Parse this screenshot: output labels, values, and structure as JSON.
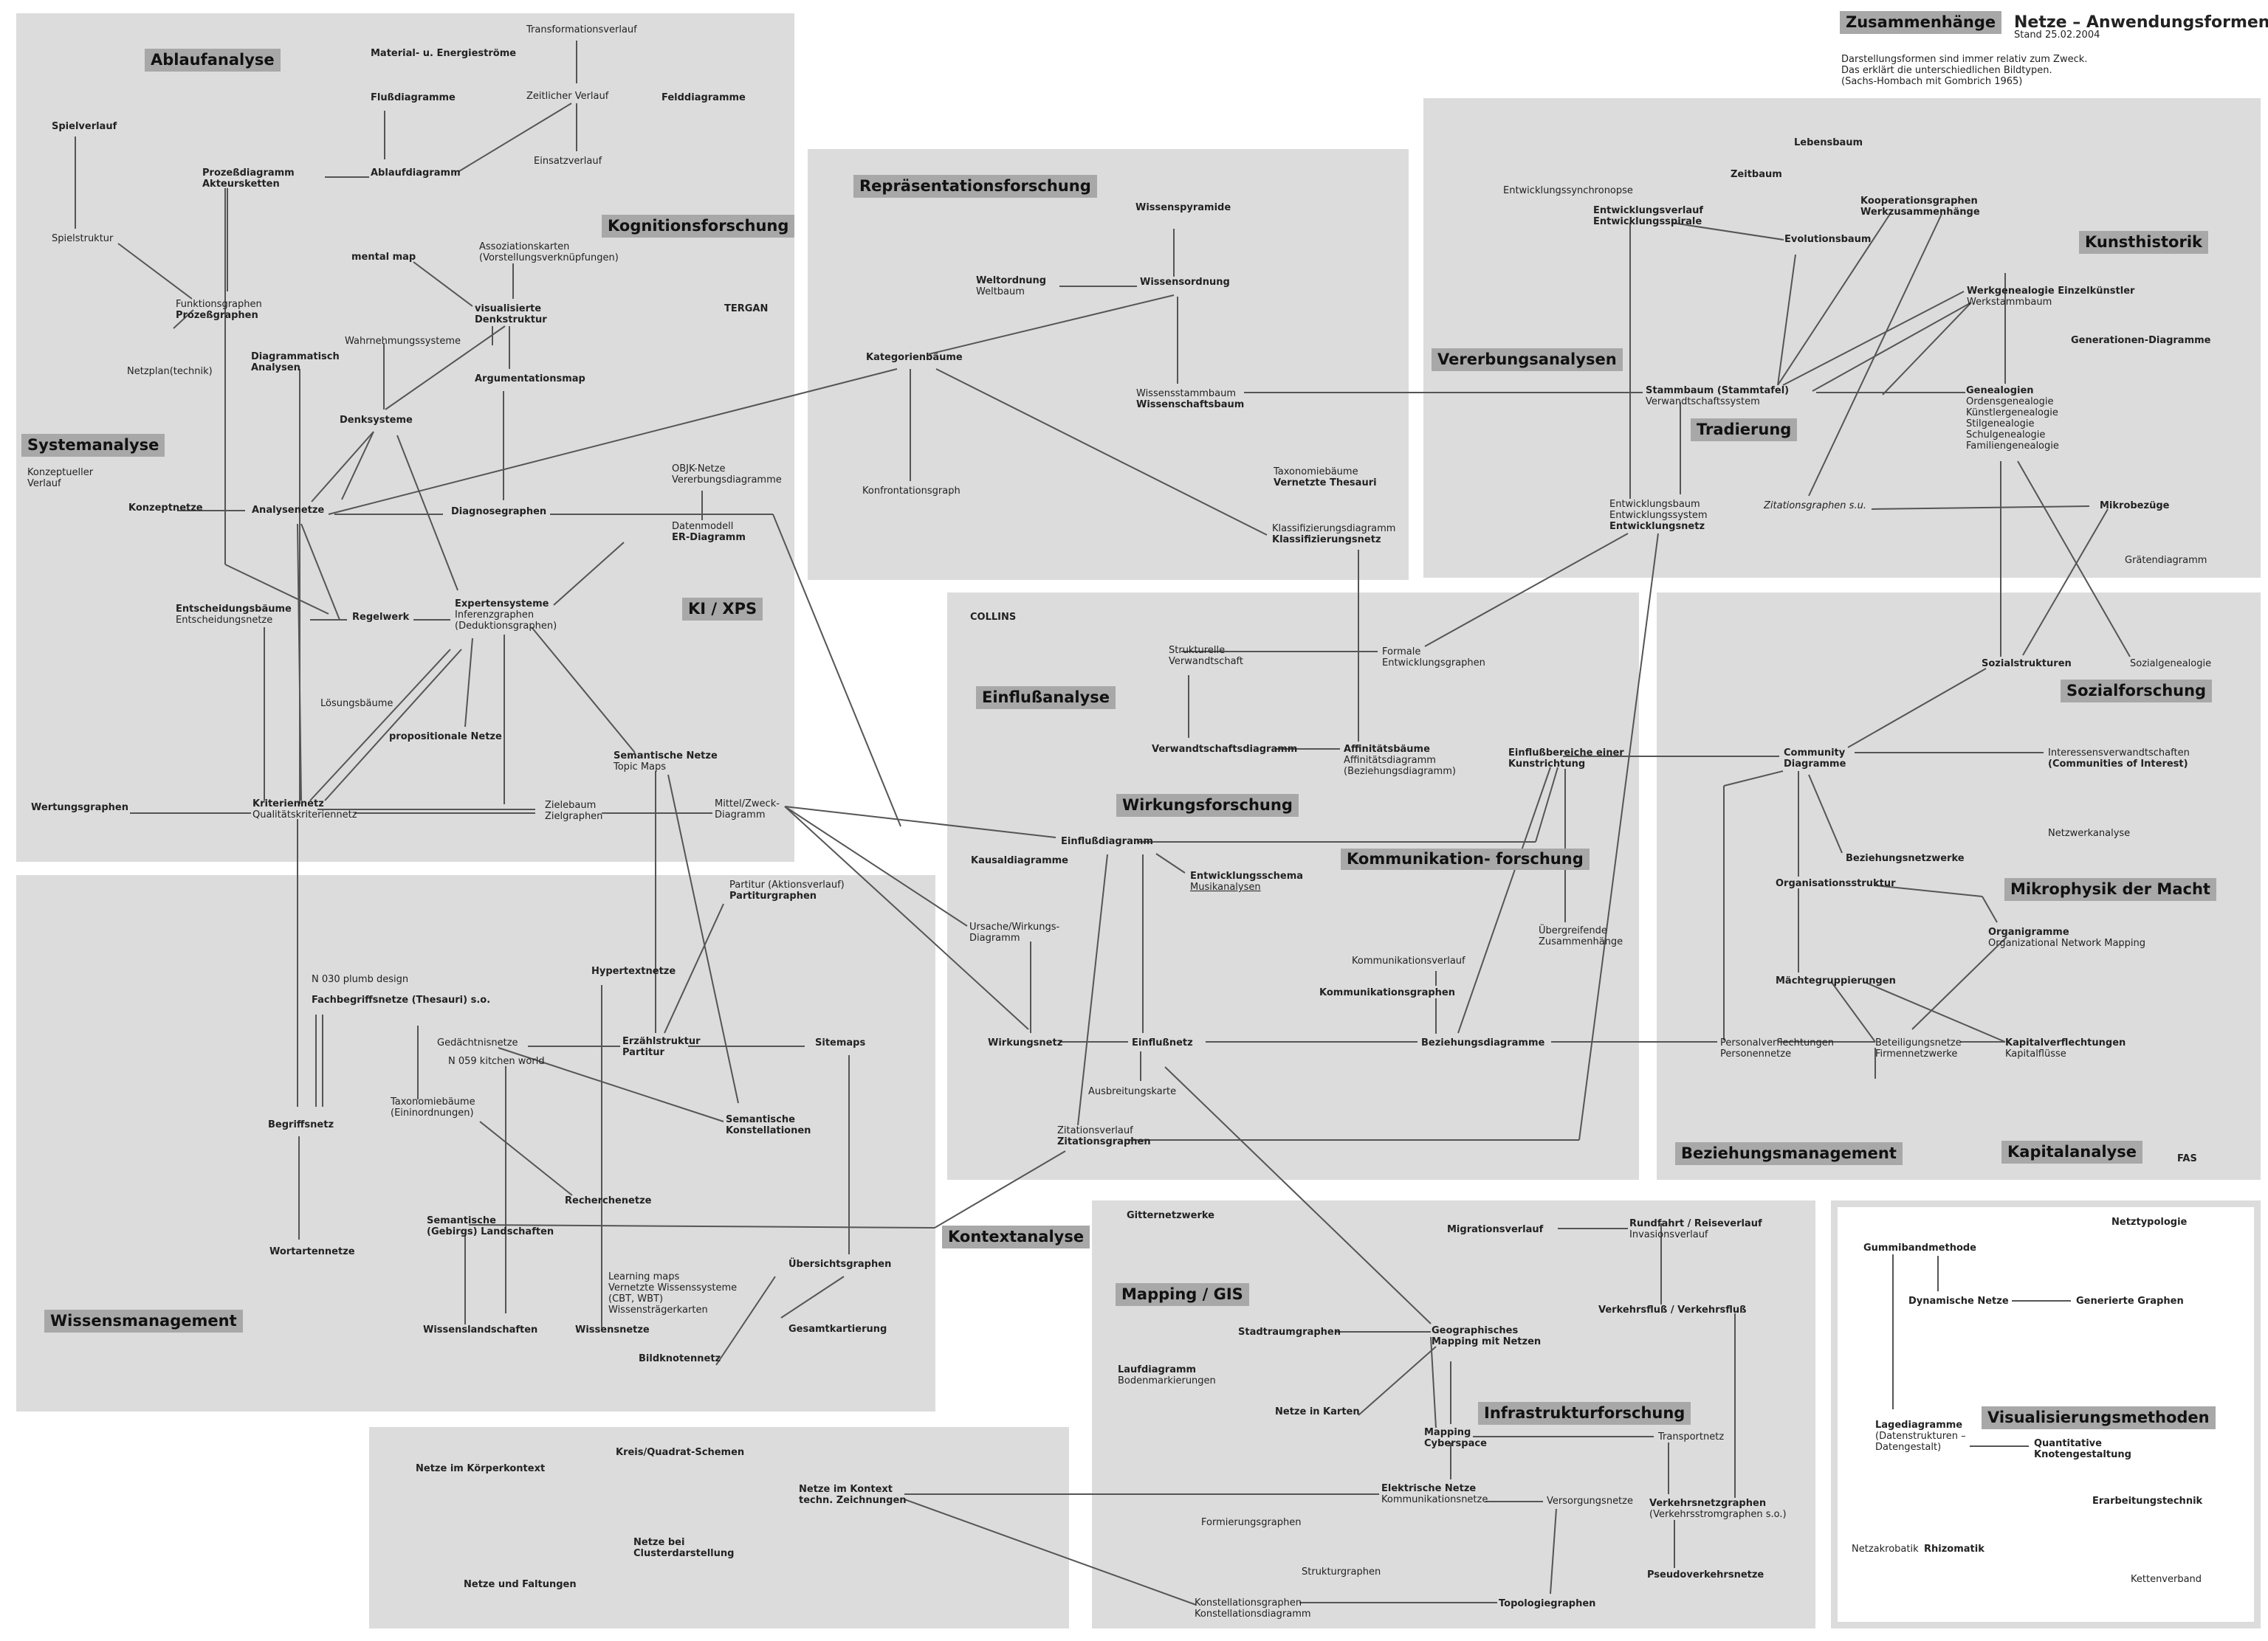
{
  "page": {
    "title": "Netze – Anwendungsformen",
    "stand": "Stand 25.02.2004",
    "note": [
      "Darstellungsformen sind immer relativ zum Zweck.",
      "Das erklärt  die unterschiedlichen Bildtypen.",
      "(Sachs-Hombach mit Gombrich 1965)"
    ],
    "signature": "FAS",
    "node_color": "#222222",
    "heading_color": "#a8a8a8",
    "region_color": "#dcdcdc"
  },
  "headings": {
    "ablauf": "Ablaufanalyse",
    "kogn": "Kognitionsforschung",
    "system": "Systemanalyse",
    "kixps": "KI / XPS",
    "wissen": "Wissensmanagement",
    "repr": "Repräsentationsforschung",
    "einfluss": "Einflußanalyse",
    "wirkung": "Wirkungsforschung",
    "kommun": [
      "Kommunikation-",
      "forschung"
    ],
    "kontext": "Kontextanalyse",
    "mapping": "Mapping / GIS",
    "infra": "Infrastrukturforschung",
    "zus": "Zusammenhänge",
    "kunst": "Kunsthistorik",
    "vererb": "Vererbungsanalysen",
    "trad": "Tradierung",
    "sozial": "Sozialforschung",
    "mikro": "Mikrophysik der Macht",
    "bezm": "Beziehungsmanagement",
    "kapit": "Kapitalanalyse",
    "visual": "Visualisierungsmethoden"
  },
  "nodes": {
    "transformationsverlauf": [
      "Transformationsverlauf"
    ],
    "material": [
      "Material-  u.  Energieströme"
    ],
    "flussdiagramme": [
      "Flußdiagramme"
    ],
    "zeitlicherverlauf": [
      "Zeitlicher Verlauf"
    ],
    "felddiagramme": [
      "Felddiagramme"
    ],
    "einsatzverlauf": [
      "Einsatzverlauf"
    ],
    "spielverlauf": [
      "Spielverlauf"
    ],
    "prozessdiagramm": [
      "Prozeßdiagramm",
      "Akteursketten"
    ],
    "ablaufdiagramm": [
      "Ablaufdiagramm"
    ],
    "spielstruktur": [
      "Spielstruktur"
    ],
    "mentalmap": [
      "mental map"
    ],
    "assoziationskarten": [
      "Assoziationskarten",
      "(Vorstellungsverknüpfungen)"
    ],
    "funktionsgraphen": [
      "Funktionsgraphen",
      "Prozeßgraphen"
    ],
    "visualisierte": [
      "visualisierte",
      "Denkstruktur"
    ],
    "tergan": [
      "TERGAN"
    ],
    "wahrnehmung": [
      "Wahrnehmungssysteme"
    ],
    "diagrammatisch": [
      "Diagrammatisch",
      "Analysen"
    ],
    "netzplan": [
      "Netzplan(technik)"
    ],
    "argumentationsmap": [
      "Argumentationsmap"
    ],
    "denksysteme": [
      "Denksysteme"
    ],
    "konzeptueller": [
      "Konzeptueller",
      "Verlauf"
    ],
    "objk": [
      "OBJK-Netze",
      "Vererbungsdiagramme"
    ],
    "konzeptnetze": [
      "Konzeptnetze"
    ],
    "analysenetze": [
      "Analysenetze"
    ],
    "diagnosegraphen": [
      "Diagnosegraphen"
    ],
    "datenmodell": [
      "Datenmodell",
      "ER-Diagramm"
    ],
    "entscheidung": [
      "Entscheidungsbäume",
      "Entscheidungsnetze"
    ],
    "regelwerk": [
      "Regelwerk"
    ],
    "expertensysteme": [
      "Expertensysteme",
      "Inferenzgraphen",
      "(Deduktionsgraphen)"
    ],
    "loesungsbaeume": [
      "Lösungsbäume"
    ],
    "propositionale": [
      "propositionale  Netze"
    ],
    "semnetze": [
      "Semantische  Netze",
      "Topic Maps"
    ],
    "wertungsgraphen": [
      "Wertungsgraphen"
    ],
    "kriteriennetz": [
      "Kriteriennetz",
      "Qualitätskriteriennetz"
    ],
    "zielebaum": [
      "Zielebaum",
      "Zielgraphen"
    ],
    "mittelzweck": [
      "Mittel/Zweck-",
      "Diagramm"
    ],
    "partitur": [
      "Partitur  (Aktionsverlauf)",
      "Partiturgraphen"
    ],
    "n030": [
      "N 030 plumb design"
    ],
    "hypertext": [
      "Hypertextnetze"
    ],
    "fachbegriff": [
      "Fachbegriffsnetze  (Thesauri)  s.o."
    ],
    "gedaechtnis": [
      "Gedächtnisnetze"
    ],
    "erzaehl": [
      "Erzählstruktur",
      "Partitur"
    ],
    "sitemaps": [
      "Sitemaps"
    ],
    "n059": [
      "N 059 kitchen world"
    ],
    "taxonomie1": [
      "Taxonomiebäume",
      "(Eininordnungen)"
    ],
    "semkonst": [
      "Semantische",
      "Konstellationen"
    ],
    "begriffsnetz": [
      "Begriffsnetz"
    ],
    "recherche": [
      "Recherchenetze"
    ],
    "semland": [
      "Semantische",
      "(Gebirgs)  Landschaften"
    ],
    "wortarten": [
      "Wortartennetze"
    ],
    "uebersicht": [
      "Übersichtsgraphen"
    ],
    "learningmaps": [
      "Learning maps",
      "Vernetzte Wissenssysteme",
      "(CBT,  WBT)",
      "Wissensträgerkarten"
    ],
    "wissenslandschaften": [
      "Wissenslandschaften"
    ],
    "wissensnetze": [
      "Wissensnetze"
    ],
    "gesamtkart": [
      "Gesamtkartierung"
    ],
    "bildknoten": [
      "Bildknotennetz"
    ],
    "wissenspyramide": [
      "Wissenspyramide"
    ],
    "weltordnung": [
      "Weltordnung",
      "Weltbaum"
    ],
    "wissensordnung": [
      "Wissensordnung"
    ],
    "kategorien": [
      "Kategorienbäume"
    ],
    "wissensstamm": [
      "Wissensstammbaum",
      "Wissenschaftsbaum"
    ],
    "taxonomie2": [
      "Taxonomiebäume",
      "Vernetzte Thesauri"
    ],
    "konfrontation": [
      "Konfrontationsgraph"
    ],
    "klassifizierung": [
      "Klassifizierungsdiagramm",
      "Klassifizierungsnetz"
    ],
    "collins": [
      "COLLINS"
    ],
    "strukturelle": [
      "Strukturelle",
      "Verwandtschaft"
    ],
    "formale": [
      "Formale",
      "Entwicklungsgraphen"
    ],
    "verwandtschaftsdiagramm": [
      "Verwandtschaftsdiagramm"
    ],
    "affinitaet": [
      "Affinitätsbäume",
      "Affinitätsdiagramm",
      "(Beziehungsdiagramm)"
    ],
    "einflussbereiche": [
      "Einflußbereiche  einer",
      "Kunstrichtung"
    ],
    "einflussdiagramm": [
      "Einflußdiagramm"
    ],
    "kausal": [
      "Kausaldiagramme"
    ],
    "entwicklungsschema": [
      "Entwicklungsschema",
      "Musikanalysen"
    ],
    "ursache": [
      "Ursache/Wirkungs-",
      "Diagramm"
    ],
    "uebergreifende": [
      "Übergreifende",
      "Zusammenhänge"
    ],
    "kommverlauf": [
      "Kommunikationsverlauf"
    ],
    "kommgraphen": [
      "Kommunikationsgraphen"
    ],
    "wirkungsnetz": [
      "Wirkungsnetz"
    ],
    "einflussnetz": [
      "Einflußnetz"
    ],
    "beziehungsdiagramme": [
      "Beziehungsdiagramme"
    ],
    "ausbreitungskarte": [
      "Ausbreitungskarte"
    ],
    "zitationsverlauf": [
      "Zitationsverlauf",
      "Zitationsgraphen"
    ],
    "lebensbaum": [
      "Lebensbaum"
    ],
    "zeitbaum": [
      "Zeitbaum"
    ],
    "entwsynchron": [
      "Entwicklungssynchronopse"
    ],
    "entwverlauf": [
      "Entwicklungsverlauf",
      "Entwicklungsspirale"
    ],
    "kooperation": [
      "Kooperationsgraphen",
      "Werkzusammenhänge"
    ],
    "evolution": [
      "Evolutionsbaum"
    ],
    "werkgenealogie": [
      "Werkgenealogie  Einzelkünstler",
      "Werkstammbaum"
    ],
    "generationen": [
      "Generationen-Diagramme"
    ],
    "stammbaum": [
      "Stammbaum  (Stammtafel)",
      "Verwandtschaftssystem"
    ],
    "genealogien": [
      "Genealogien",
      "Ordensgenealogie",
      "Künstlergenealogie",
      "Stilgenealogie",
      "Schulgenealogie",
      "Familiengenealogie"
    ],
    "entwbaum": [
      "Entwicklungsbaum",
      "Entwicklungssystem",
      "Entwicklungsnetz"
    ],
    "zitationsgraphen_so": [
      "Zitationsgraphen  s.u."
    ],
    "mikrobezuege": [
      "Mikrobezüge"
    ],
    "graetendiagramm": [
      "Grätendiagramm"
    ],
    "sozialstrukturen": [
      "Sozialstrukturen"
    ],
    "sozialgenealogie": [
      "Sozialgenealogie"
    ],
    "community": [
      "Community",
      "Diagramme"
    ],
    "interessens": [
      "Interessensverwandtschaften",
      "(Communities  of  Interest)"
    ],
    "netzwerkanalyse": [
      "Netzwerkanalyse"
    ],
    "beziehungsnetzwerke": [
      "Beziehungsnetzwerke"
    ],
    "organisationsstruktur": [
      "Organisationsstruktur"
    ],
    "organigramme": [
      "Organigramme",
      "Organizational  Network Mapping"
    ],
    "maechtegruppierungen": [
      "Mächtegruppierungen"
    ],
    "personalverflechtungen": [
      "Personalverflechtungen",
      "Personennetze"
    ],
    "beteiligungsnetze": [
      "Beteiligungsnetze",
      "Firmennetzwerke"
    ],
    "kapitalverflechtungen": [
      "Kapitalverflechtungen",
      "Kapitalflüsse"
    ],
    "gitternetzwerke": [
      "Gitternetzwerke"
    ],
    "migrationsverlauf": [
      "Migrationsverlauf"
    ],
    "rundfahrt": [
      "Rundfahrt  /  Reiseverlauf",
      "Invasionsverlauf"
    ],
    "verkehrsfluss": [
      "Verkehrsfluß  /  Verkehrsfluß"
    ],
    "stadtraum": [
      "Stadtraumgraphen"
    ],
    "geographisches": [
      "Geographisches",
      "Mapping  mit Netzen"
    ],
    "laufdiagramm": [
      "Laufdiagramm",
      "Bodenmarkierungen"
    ],
    "netzekarten": [
      "Netze  in Karten"
    ],
    "mappingcyber": [
      "Mapping",
      "Cyberspace"
    ],
    "transportnetz": [
      "Transportnetz"
    ],
    "elektrische": [
      "Elektrische  Netze",
      "Kommunikationsnetze"
    ],
    "versorgung": [
      "Versorgungsnetze"
    ],
    "verkehrsnetz": [
      "Verkehrsnetzgraphen",
      "(Verkehrsstromgraphen s.o.)"
    ],
    "formierung": [
      "Formierungsgraphen"
    ],
    "strukturgraphen": [
      "Strukturgraphen"
    ],
    "pseudoverkehr": [
      "Pseudoverkehrsnetze"
    ],
    "konstellation": [
      "Konstellationsgraphen",
      "Konstellationsdiagramm"
    ],
    "topologie": [
      "Topologiegraphen"
    ],
    "netzekoerper": [
      "Netze im Körperkontext"
    ],
    "kreis": [
      "Kreis/Quadrat-Schemen"
    ],
    "netzekontext": [
      "Netze  im  Kontext",
      "techn.  Zeichnungen"
    ],
    "netzecluster": [
      "Netze  bei",
      "Clusterdarstellung"
    ],
    "netzefalt": [
      "Netze  und  Faltungen"
    ],
    "netztypologie": [
      "Netztypologie"
    ],
    "gummiband": [
      "Gummibandmethode"
    ],
    "dynamische": [
      "Dynamische  Netze"
    ],
    "generierte": [
      "Generierte  Graphen"
    ],
    "lagediagramme": [
      "Lagediagramme",
      "(Datenstrukturen –",
      "Datengestalt)"
    ],
    "quantitative": [
      "Quantitative",
      "Knotengestaltung"
    ],
    "erarbeitung": [
      "Erarbeitungstechnik"
    ],
    "netzakrobatik": [
      "Netzakrobatik"
    ],
    "rhizomatik": [
      "Rhizomatik"
    ],
    "kettenverband": [
      "Kettenverband"
    ]
  }
}
